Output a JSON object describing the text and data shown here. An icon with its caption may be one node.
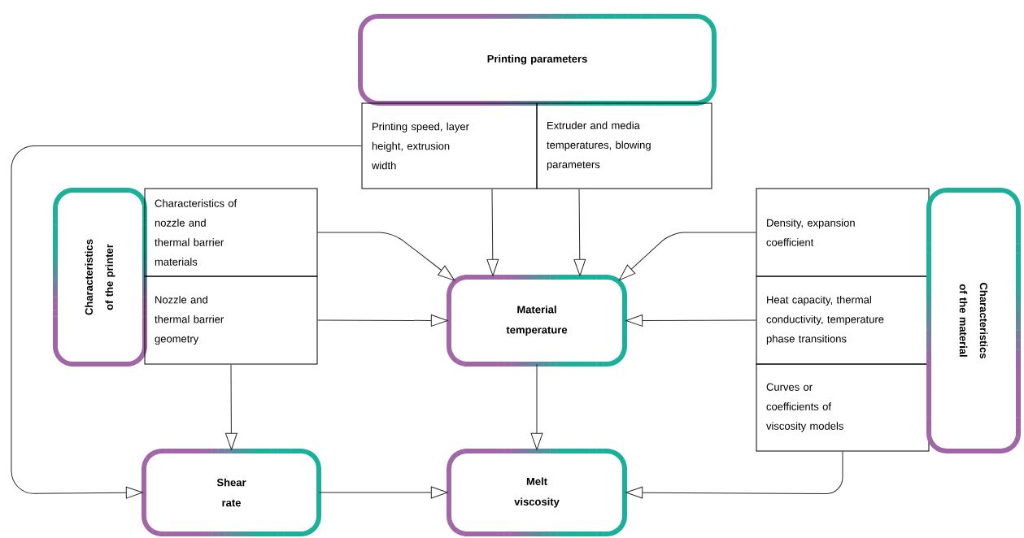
{
  "diagram": {
    "nodes": [
      {
        "text": [
          "Printing parameters"
        ]
      },
      {
        "text": [
          "Printing speed, layer height, extrusion width"
        ]
      },
      {
        "text": [
          "Extruder and media temperatures, blowing parameters"
        ]
      },
      {
        "text": [
          "Characteristics of the printer"
        ]
      },
      {
        "text": [
          "Characteristics of nozzle and thermal barrier materials"
        ]
      },
      {
        "text": [
          "Nozzle and thermal barrier geometry"
        ]
      },
      {
        "text": [
          "Material temperature"
        ]
      },
      {
        "text": [
          "Density, expansion coefficient"
        ]
      },
      {
        "text": [
          "Heat capacity, thermal conductivity, temperature phase transitions"
        ]
      },
      {
        "text": [
          "Curves or coefficients of viscosity models"
        ]
      },
      {
        "text": [
          "Characteristics of the material"
        ]
      },
      {
        "text": [
          "Shear rate"
        ]
      },
      {
        "text": [
          "Melt viscosity"
        ]
      }
    ],
    "edges": [
      {
        "from": 1,
        "to": 11,
        "arrow": "to"
      },
      {
        "from": 1,
        "to": 6,
        "arrow": "to"
      },
      {
        "from": 2,
        "to": 6,
        "arrow": "to"
      },
      {
        "from": 4,
        "to": 6,
        "arrow": "to"
      },
      {
        "from": 5,
        "to": 6,
        "arrow": "to"
      },
      {
        "from": 5,
        "to": 11,
        "arrow": "to"
      },
      {
        "from": 7,
        "to": 6,
        "arrow": "to"
      },
      {
        "from": 8,
        "to": 6,
        "arrow": "to"
      },
      {
        "from": 9,
        "to": 12,
        "arrow": "to"
      },
      {
        "from": 6,
        "to": 12,
        "arrow": "to"
      },
      {
        "from": 11,
        "to": 12,
        "arrow": "to"
      }
    ]
  }
}
